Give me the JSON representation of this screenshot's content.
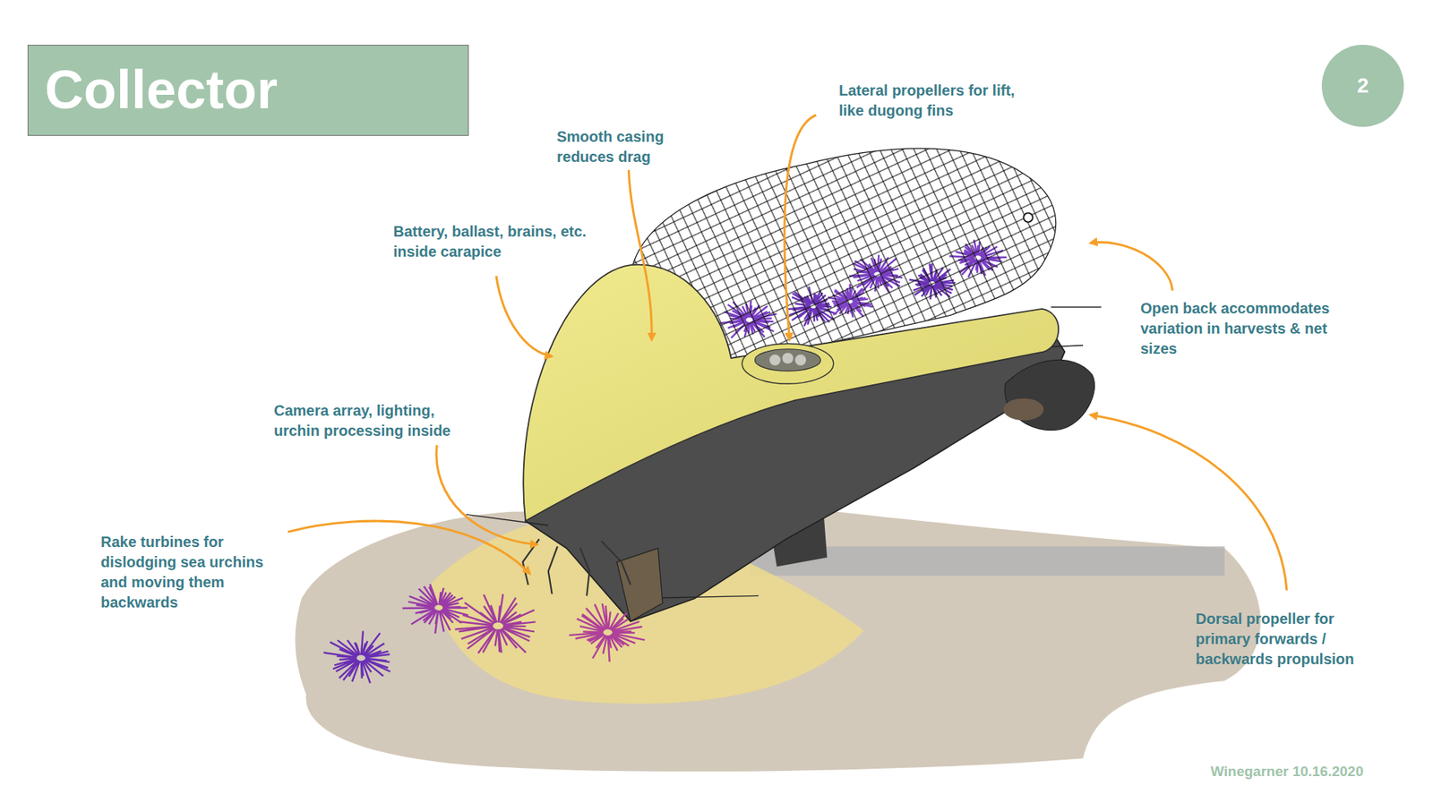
{
  "diagram": {
    "nodes": [
      {
        "text": [
          "Collector"
        ]
      },
      {
        "text": [
          "2"
        ]
      }
    ],
    "labels": [
      "Lateral propellers for lift, like dugong fins",
      "Smooth casing reduces drag",
      "Battery, ballast, brains, etc. inside carapice",
      "Open back accommodates variation in harvests & net sizes",
      "Camera array, lighting, urchin processing inside",
      "Rake turbines for dislodging sea urchins and moving them backwards",
      "Dorsal propeller for primary forwards / backwards propulsion",
      "Winegarner 10.16.2020"
    ]
  }
}
